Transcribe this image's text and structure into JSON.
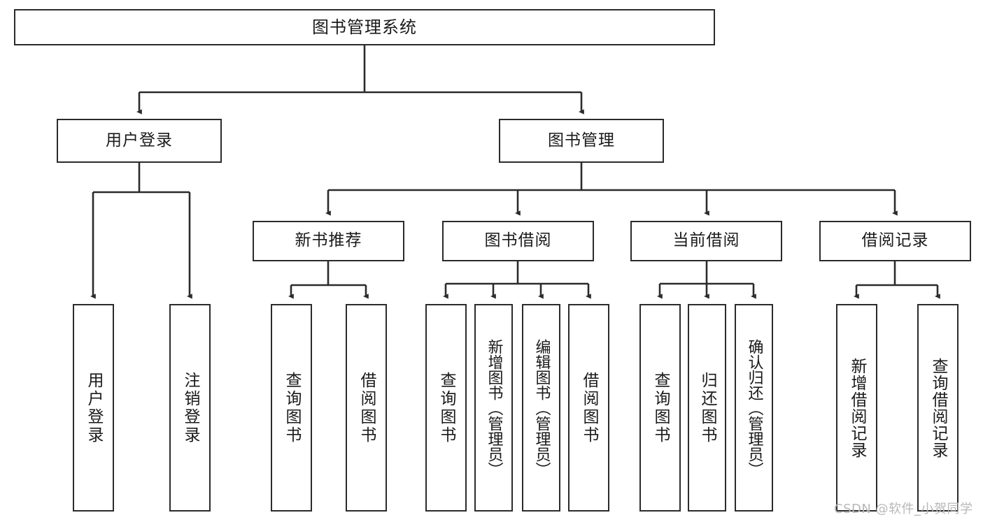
{
  "diagram": {
    "type": "tree-hierarchy",
    "title": "图书管理系统",
    "watermark": "CSDN @软件_小贺同学",
    "colors": {
      "border": "#2b2b2b",
      "background": "#ffffff",
      "text": "#1a1a1a",
      "watermark": "#b8b8b8"
    },
    "levels": [
      {
        "level": 1,
        "nodes": [
          {
            "id": "root",
            "label": "图书管理系统",
            "orientation": "horizontal"
          }
        ]
      },
      {
        "level": 2,
        "nodes": [
          {
            "id": "user-login",
            "label": "用户登录",
            "orientation": "horizontal",
            "parent": "root"
          },
          {
            "id": "book-manage",
            "label": "图书管理",
            "orientation": "horizontal",
            "parent": "root"
          }
        ]
      },
      {
        "level": 3,
        "nodes": [
          {
            "id": "new-book-recommend",
            "label": "新书推荐",
            "orientation": "horizontal",
            "parent": "book-manage"
          },
          {
            "id": "book-borrow",
            "label": "图书借阅",
            "orientation": "horizontal",
            "parent": "book-manage"
          },
          {
            "id": "current-borrow",
            "label": "当前借阅",
            "orientation": "horizontal",
            "parent": "book-manage"
          },
          {
            "id": "borrow-record",
            "label": "借阅记录",
            "orientation": "horizontal",
            "parent": "book-manage"
          }
        ]
      },
      {
        "level": 4,
        "nodes": [
          {
            "id": "leaf-user-login",
            "label": "用户登录",
            "orientation": "vertical",
            "parent": "user-login"
          },
          {
            "id": "leaf-logout",
            "label": "注销登录",
            "orientation": "vertical",
            "parent": "user-login"
          },
          {
            "id": "leaf-query-book-1",
            "label": "查询图书",
            "orientation": "vertical",
            "parent": "new-book-recommend"
          },
          {
            "id": "leaf-borrow-book-1",
            "label": "借阅图书",
            "orientation": "vertical",
            "parent": "new-book-recommend"
          },
          {
            "id": "leaf-query-book-2",
            "label": "查询图书",
            "orientation": "vertical",
            "parent": "book-borrow"
          },
          {
            "id": "leaf-add-book",
            "label": "新增图书（管理员）",
            "orientation": "vertical",
            "parent": "book-borrow"
          },
          {
            "id": "leaf-edit-book",
            "label": "编辑图书（管理员）",
            "orientation": "vertical",
            "parent": "book-borrow"
          },
          {
            "id": "leaf-borrow-book-2",
            "label": "借阅图书",
            "orientation": "vertical",
            "parent": "book-borrow"
          },
          {
            "id": "leaf-query-book-3",
            "label": "查询图书",
            "orientation": "vertical",
            "parent": "current-borrow"
          },
          {
            "id": "leaf-return-book",
            "label": "归还图书",
            "orientation": "vertical",
            "parent": "current-borrow"
          },
          {
            "id": "leaf-confirm-return",
            "label": "确认归还（管理员）",
            "orientation": "vertical",
            "parent": "current-borrow"
          },
          {
            "id": "leaf-add-record",
            "label": "新增借阅记录",
            "orientation": "vertical",
            "parent": "borrow-record"
          },
          {
            "id": "leaf-query-record",
            "label": "查询借阅记录",
            "orientation": "vertical",
            "parent": "borrow-record"
          }
        ]
      }
    ]
  }
}
